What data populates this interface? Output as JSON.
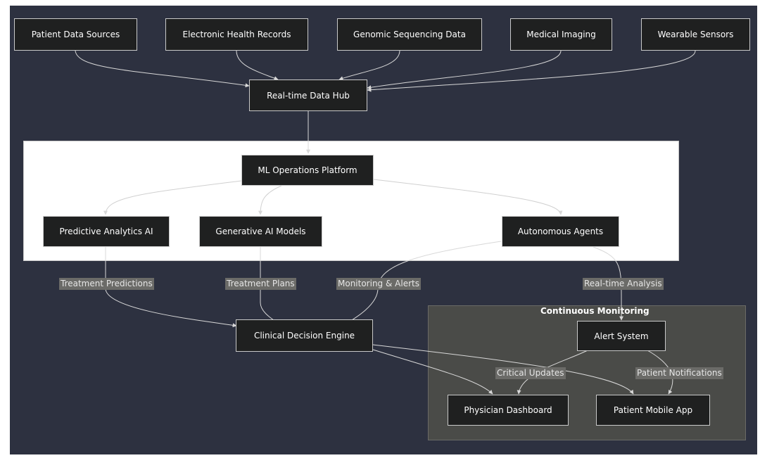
{
  "nodes": {
    "patient_data_sources": "Patient Data Sources",
    "electronic_health_records": "Electronic Health Records",
    "genomic_sequencing_data": "Genomic Sequencing Data",
    "medical_imaging": "Medical Imaging",
    "wearable_sensors": "Wearable Sensors",
    "realtime_data_hub": "Real-time Data Hub",
    "ml_operations_platform": "ML Operations Platform",
    "predictive_analytics_ai": "Predictive Analytics AI",
    "generative_ai_models": "Generative AI Models",
    "autonomous_agents": "Autonomous Agents",
    "clinical_decision_engine": "Clinical Decision Engine",
    "alert_system": "Alert System",
    "physician_dashboard": "Physician Dashboard",
    "patient_mobile_app": "Patient Mobile App"
  },
  "clusters": {
    "continuous_monitoring": "Continuous Monitoring"
  },
  "edge_labels": {
    "treatment_predictions": "Treatment Predictions",
    "treatment_plans": "Treatment Plans",
    "monitoring_alerts": "Monitoring & Alerts",
    "realtime_analysis": "Real-time Analysis",
    "critical_updates": "Critical Updates",
    "patient_notifications": "Patient Notifications"
  },
  "colors": {
    "background": "#2d3140",
    "node_fill": "#1f2020",
    "node_border": "#c9c9c9",
    "ml_cluster_fill": "#ffffff",
    "monitoring_cluster_fill": "#4a4b48",
    "edge_label_fill": "#6b6b68"
  }
}
